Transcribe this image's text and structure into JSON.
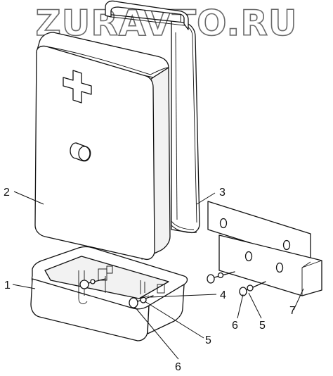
{
  "watermark": "ZURAVTO.RU",
  "callouts": {
    "c1": "1",
    "c2": "2",
    "c3": "3",
    "c4": "4",
    "c5a": "5",
    "c5b": "5",
    "c6a": "6",
    "c6b": "6",
    "c7": "7"
  }
}
